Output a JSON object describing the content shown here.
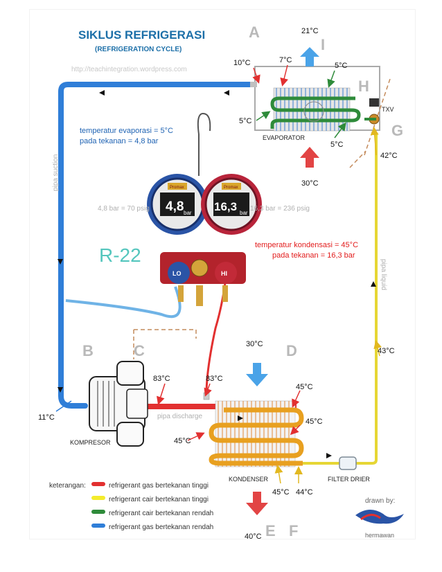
{
  "title": "SIKLUS REFRIGERASI",
  "subtitle": "(REFRIGERATION CYCLE)",
  "url": "http://teachintegration.wordpress.com",
  "refrigerant": "R-22",
  "evap_note_1": "temperatur evaporasi = 5°C",
  "evap_note_2": "pada tekanan = 4,8 bar",
  "cond_note_1": "temperatur kondensasi = 45°C",
  "cond_note_2": "pada tekanan = 16,3 bar",
  "low_psig": "4,8 bar = 70 psig",
  "high_psig": "16,3 bar = 236 psig",
  "gauge_low_value": "4,8",
  "gauge_high_value": "16,3",
  "gauge_unit": "bar",
  "gauge_brand": "Promax",
  "lo_label": "LO",
  "hi_label": "HI",
  "pipe_suction": "pipa suction",
  "pipe_liquid": "pipa liquid",
  "pipe_discharge": "pipa discharge",
  "components": {
    "evaporator": "EVAPORATOR",
    "condenser": "KONDENSER",
    "compressor": "KOMPRESOR",
    "filter": "FILTER DRIER",
    "txv": "TXV"
  },
  "points": {
    "A": "A",
    "B": "B",
    "C": "C",
    "D": "D",
    "E": "E",
    "F": "F",
    "G": "G",
    "H": "H",
    "I": "I"
  },
  "temps": {
    "t21": "21°C",
    "t10": "10°C",
    "t7": "7°C",
    "t5a": "5°C",
    "t5b": "5°C",
    "t5c": "5°C",
    "t30top": "30°C",
    "t42": "42°C",
    "t43": "43°C",
    "t30cond": "30°C",
    "t83a": "83°C",
    "t83b": "83°C",
    "t11": "11°C",
    "t45a": "45°C",
    "t45b": "45°C",
    "t45c": "45°C",
    "t45d": "45°C",
    "t44": "44°C",
    "t40": "40°C"
  },
  "legend": {
    "title": "keterangan:",
    "items": [
      {
        "label": "refrigerant gas bertekanan tinggi",
        "color": "#e23030"
      },
      {
        "label": "refrigerant cair bertekanan tinggi",
        "color": "#f4ec2c"
      },
      {
        "label": "refrigerant cair bertekanan rendah",
        "color": "#2e8b3a"
      },
      {
        "label": "refrigerant gas bertekanan rendah",
        "color": "#2f7ed8"
      }
    ]
  },
  "credit_1": "drawn by:",
  "credit_2": "hermawan",
  "colors": {
    "title": "#1c6fa8",
    "note": "#1f63b3",
    "accent": "#e21b1b",
    "r22": "#54c6bd"
  }
}
